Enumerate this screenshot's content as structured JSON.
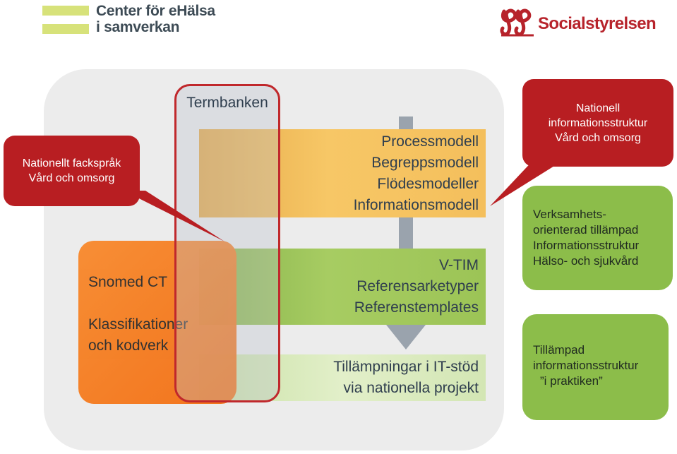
{
  "logos": {
    "ehalsa": {
      "line1": "Center för eHälsa",
      "line2": "i samverkan"
    },
    "socialstyrelsen": {
      "name": "Socialstyrelsen"
    }
  },
  "callouts": {
    "fackssprak": {
      "line1": "Nationellt fackspråk",
      "line2": "Vård och omsorg"
    },
    "nationell": {
      "line1": "Nationell",
      "line2": "informationsstruktur",
      "line3": "Vård och omsorg"
    },
    "verksamhet": {
      "line1": "Verksamhets-",
      "line2": "orienterad tillämpad",
      "line3": "Informationsstruktur",
      "line4": "Hälso- och sjukvård"
    },
    "tillampad": {
      "line1": "Tillämpad",
      "line2": "informationsstruktur",
      "line3": "”i praktiken”"
    }
  },
  "snomed": {
    "line1": "Snomed CT",
    "line2": "Klassifikationer",
    "line3": "och kodverk"
  },
  "termbanken": {
    "label": "Termbanken"
  },
  "bands": {
    "top": [
      "Processmodell",
      "Begreppsmodell",
      "Flödesmodeller",
      "Informationsmodell"
    ],
    "middle": [
      "V-TIM",
      "Referensarketyper",
      "Referenstemplates"
    ],
    "bottom": [
      "Tillämpningar i IT-stöd",
      "via nationella projekt"
    ]
  },
  "colors": {
    "red": "#b81e22",
    "orange": "#f47b20",
    "yellow": "#f7c766",
    "green": "#8cbd4a",
    "light_green": "#e2efc9",
    "arrow_gray": "#9aa3ad",
    "text_dark": "#2f3e4e"
  }
}
